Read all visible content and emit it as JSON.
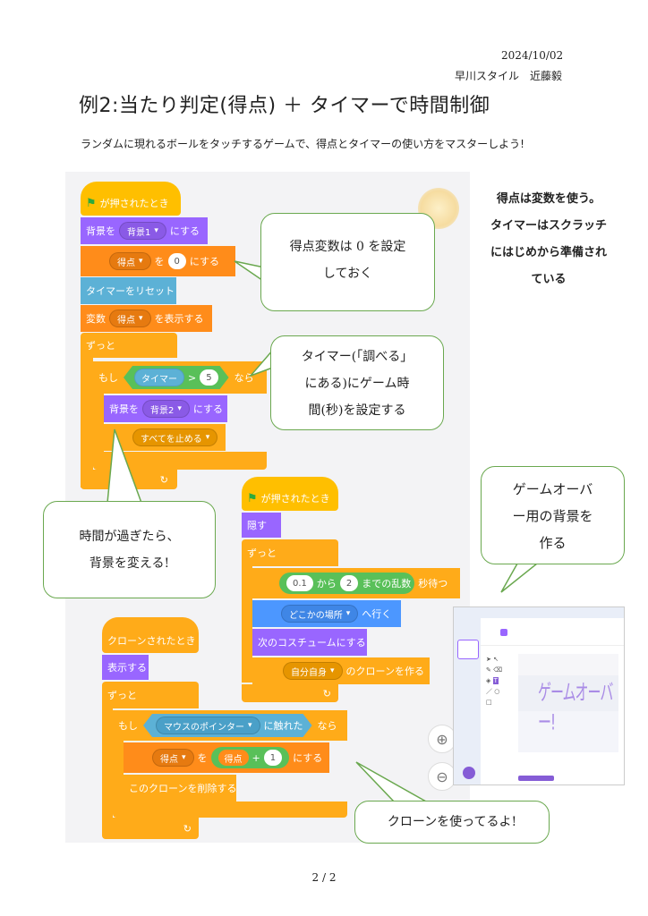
{
  "header": {
    "date": "2024/10/02",
    "author": "早川スタイル　近藤毅",
    "title": "例2:当たり判定(得点) ＋ タイマーで時間制御",
    "subtitle": "ランダムに現れるボールをタッチするゲームで、得点とタイマーの使い方をマスターしよう!"
  },
  "side_note": [
    "得点は変数を使う。",
    "タイマーはスクラッチ",
    "にはじめから準備され",
    "ている"
  ],
  "script1": {
    "hat": "が押されたとき",
    "switch_backdrop": {
      "label": "背景を",
      "value": "背景1",
      "suffix": "にする"
    },
    "set_var": {
      "var": "得点",
      "mid": "を",
      "value": "0",
      "suffix": "にする"
    },
    "reset_timer": "タイマーをリセット",
    "show_var": {
      "label": "変数",
      "var": "得点",
      "suffix": "を表示する"
    },
    "forever": "ずっと",
    "if": {
      "label": "もし",
      "reporter": "タイマー",
      "op": ">",
      "value": "5",
      "suffix": "なら"
    },
    "switch_backdrop2": {
      "label": "背景を",
      "value": "背景2",
      "suffix": "にする"
    },
    "stop": "すべてを止める"
  },
  "script2": {
    "hat": "が押されたとき",
    "hide": "隠す",
    "forever": "ずっと",
    "wait": {
      "from": "0.1",
      "mid": "から",
      "to": "2",
      "suffix1": "までの乱数",
      "suffix2": "秒待つ"
    },
    "goto": {
      "value": "どこかの場所",
      "suffix": "へ行く"
    },
    "next_costume": "次のコスチュームにする",
    "clone": {
      "value": "自分自身",
      "suffix": "のクローンを作る"
    }
  },
  "script3": {
    "hat": "クローンされたとき",
    "show": "表示する",
    "forever": "ずっと",
    "if": {
      "label": "もし",
      "value": "マウスのポインター",
      "suffix1": "に触れた",
      "suffix2": "なら"
    },
    "change": {
      "var": "得点",
      "mid": "を",
      "reporter": "得点",
      "op": "+",
      "value": "1",
      "suffix": "にする"
    },
    "delete": "このクローンを削除する"
  },
  "bubbles": {
    "score_var": [
      "得点変数は 0 を設定",
      "しておく"
    ],
    "timer": [
      "タイマー(「調べる」",
      "にある)にゲーム時",
      "間(秒)を設定する"
    ],
    "time_passed": [
      "時間が過ぎたら、",
      "背景を変える!"
    ],
    "game_over": [
      "ゲームオーバ",
      "ー用の背景を",
      "作る"
    ],
    "clone": "クローンを使ってるよ!"
  },
  "editor": {
    "canvas_text": "ゲームオーバー!"
  },
  "page_number": "2 / 2",
  "colors": {
    "events": "#ffbf00",
    "control": "#ffab19",
    "looks": "#9966ff",
    "variables": "#ff8c1a",
    "motion": "#4c97ff",
    "sensing": "#5cb1d6",
    "operators": "#59c059",
    "bubble_border": "#6aa84f"
  }
}
